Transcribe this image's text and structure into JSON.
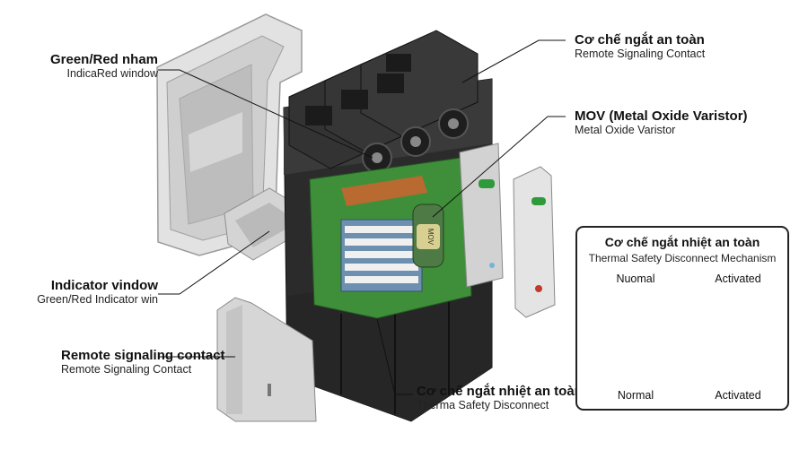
{
  "labels": {
    "green_red": {
      "title": "Green/Red nham",
      "sub": "IndicaRed window"
    },
    "safety": {
      "title": "Cơ chế ngắt an toàn",
      "sub": "Remote Signaling Contact"
    },
    "mov": {
      "title": "MOV (Metal Oxide Varistor)",
      "sub": "Metal Oxide Varistor"
    },
    "indicator": {
      "title": "Indicator vindow",
      "sub": "Green/Red Indicator win"
    },
    "remote": {
      "title": "Remote signaling contact",
      "sub": "Remote Signaling Contact"
    },
    "thermal": {
      "title": "Cơ chế ngắt nhiệt an toàn",
      "sub": "Therma Safety Disconnect"
    }
  },
  "inset": {
    "title": "Cơ chế ngắt nhiệt an toàn",
    "subtitle": "Thermal Safety Disconnect Mechanism",
    "left_top": "Nuomal",
    "right_top": "Activated",
    "left_bottom": "Normal",
    "right_bottom": "Activated"
  },
  "component": {
    "mov_marking": "MOV"
  },
  "colors": {
    "housing": "#2b2b2b",
    "cover": "#d9d9d9",
    "pcb": "#3f8f3a",
    "indicator": "#2f9a3a",
    "indicator_red": "#c0392b",
    "copper": "#b86a30"
  }
}
